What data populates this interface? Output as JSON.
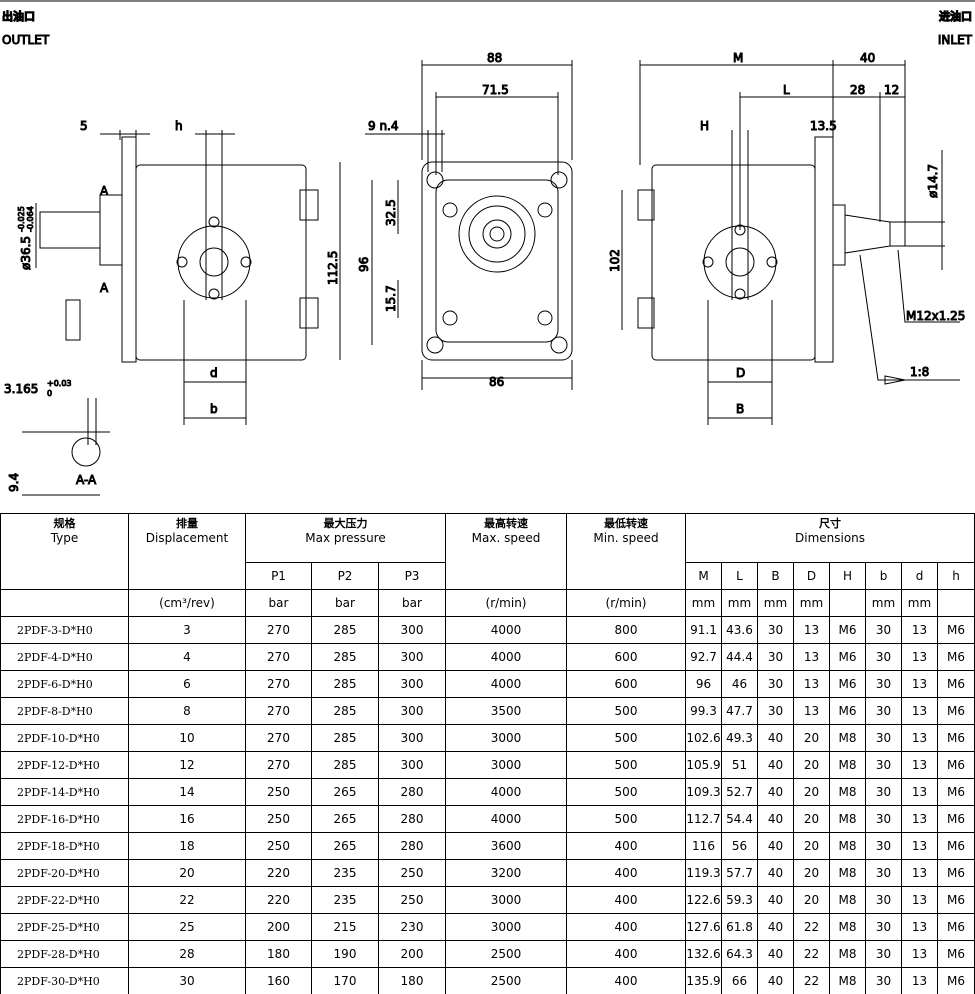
{
  "labels": {
    "outlet_cn": "出油口",
    "outlet_en": "OUTLET",
    "inlet_cn": "进油口",
    "inlet_en": "INLET"
  },
  "dims": {
    "d5": "5",
    "h": "h",
    "shaft_dia": "ø36.5",
    "shaft_tol_up": "-0.025",
    "shaft_tol_low": "-0.064",
    "sec_a": "A",
    "d": "d",
    "b": "b",
    "key_w": "3.165",
    "key_tol_up": "+0.03",
    "key_tol_low": "0",
    "key_h": "9.4",
    "section": "A-A",
    "w88": "88",
    "w71": "71.5",
    "holes": "9 n.4",
    "h112": "112.5",
    "h96": "96",
    "h32": "32.5",
    "h15": "15.7",
    "w86": "86",
    "M": "M",
    "w40": "40",
    "L": "L",
    "w28": "28",
    "w12": "12",
    "H": "H",
    "w13": "13.5",
    "h102": "102",
    "dia14": "ø14.7",
    "thread": "M12x1.25",
    "taper": "1:8",
    "D": "D",
    "B": "B"
  },
  "table": {
    "headers": {
      "type_cn": "规格",
      "type_en": "Type",
      "disp_cn": "排量",
      "disp_en": "Displacement",
      "press_cn": "最大压力",
      "press_en": "Max pressure",
      "maxs_cn": "最高转速",
      "maxs_en": "Max. speed",
      "mins_cn": "最低转速",
      "mins_en": "Min. speed",
      "dim_cn": "尺寸",
      "dim_en": "Dimensions"
    },
    "sub": [
      "P1",
      "P2",
      "P3",
      "M",
      "L",
      "B",
      "D",
      "H",
      "b",
      "d",
      "h"
    ],
    "units": [
      "(cm³/rev)",
      "bar",
      "bar",
      "bar",
      "(r/min)",
      "(r/min)",
      "mm",
      "mm",
      "mm",
      "mm",
      "",
      "mm",
      "mm",
      ""
    ],
    "rows": [
      [
        "2PDF-3-D*H0",
        "3",
        "270",
        "285",
        "300",
        "4000",
        "800",
        "91.1",
        "43.6",
        "30",
        "13",
        "M6",
        "30",
        "13",
        "M6"
      ],
      [
        "2PDF-4-D*H0",
        "4",
        "270",
        "285",
        "300",
        "4000",
        "600",
        "92.7",
        "44.4",
        "30",
        "13",
        "M6",
        "30",
        "13",
        "M6"
      ],
      [
        "2PDF-6-D*H0",
        "6",
        "270",
        "285",
        "300",
        "4000",
        "600",
        "96",
        "46",
        "30",
        "13",
        "M6",
        "30",
        "13",
        "M6"
      ],
      [
        "2PDF-8-D*H0",
        "8",
        "270",
        "285",
        "300",
        "3500",
        "500",
        "99.3",
        "47.7",
        "30",
        "13",
        "M6",
        "30",
        "13",
        "M6"
      ],
      [
        "2PDF-10-D*H0",
        "10",
        "270",
        "285",
        "300",
        "3000",
        "500",
        "102.6",
        "49.3",
        "40",
        "20",
        "M8",
        "30",
        "13",
        "M6"
      ],
      [
        "2PDF-12-D*H0",
        "12",
        "270",
        "285",
        "300",
        "3000",
        "500",
        "105.9",
        "51",
        "40",
        "20",
        "M8",
        "30",
        "13",
        "M6"
      ],
      [
        "2PDF-14-D*H0",
        "14",
        "250",
        "265",
        "280",
        "4000",
        "500",
        "109.3",
        "52.7",
        "40",
        "20",
        "M8",
        "30",
        "13",
        "M6"
      ],
      [
        "2PDF-16-D*H0",
        "16",
        "250",
        "265",
        "280",
        "4000",
        "500",
        "112.7",
        "54.4",
        "40",
        "20",
        "M8",
        "30",
        "13",
        "M6"
      ],
      [
        "2PDF-18-D*H0",
        "18",
        "250",
        "265",
        "280",
        "3600",
        "400",
        "116",
        "56",
        "40",
        "20",
        "M8",
        "30",
        "13",
        "M6"
      ],
      [
        "2PDF-20-D*H0",
        "20",
        "220",
        "235",
        "250",
        "3200",
        "400",
        "119.3",
        "57.7",
        "40",
        "20",
        "M8",
        "30",
        "13",
        "M6"
      ],
      [
        "2PDF-22-D*H0",
        "22",
        "220",
        "235",
        "250",
        "3000",
        "400",
        "122.6",
        "59.3",
        "40",
        "20",
        "M8",
        "30",
        "13",
        "M6"
      ],
      [
        "2PDF-25-D*H0",
        "25",
        "200",
        "215",
        "230",
        "3000",
        "400",
        "127.6",
        "61.8",
        "40",
        "22",
        "M8",
        "30",
        "13",
        "M6"
      ],
      [
        "2PDF-28-D*H0",
        "28",
        "180",
        "190",
        "200",
        "2500",
        "400",
        "132.6",
        "64.3",
        "40",
        "22",
        "M8",
        "30",
        "13",
        "M6"
      ],
      [
        "2PDF-30-D*H0",
        "30",
        "160",
        "170",
        "180",
        "2500",
        "400",
        "135.9",
        "66",
        "40",
        "22",
        "M8",
        "30",
        "13",
        "M6"
      ]
    ]
  }
}
